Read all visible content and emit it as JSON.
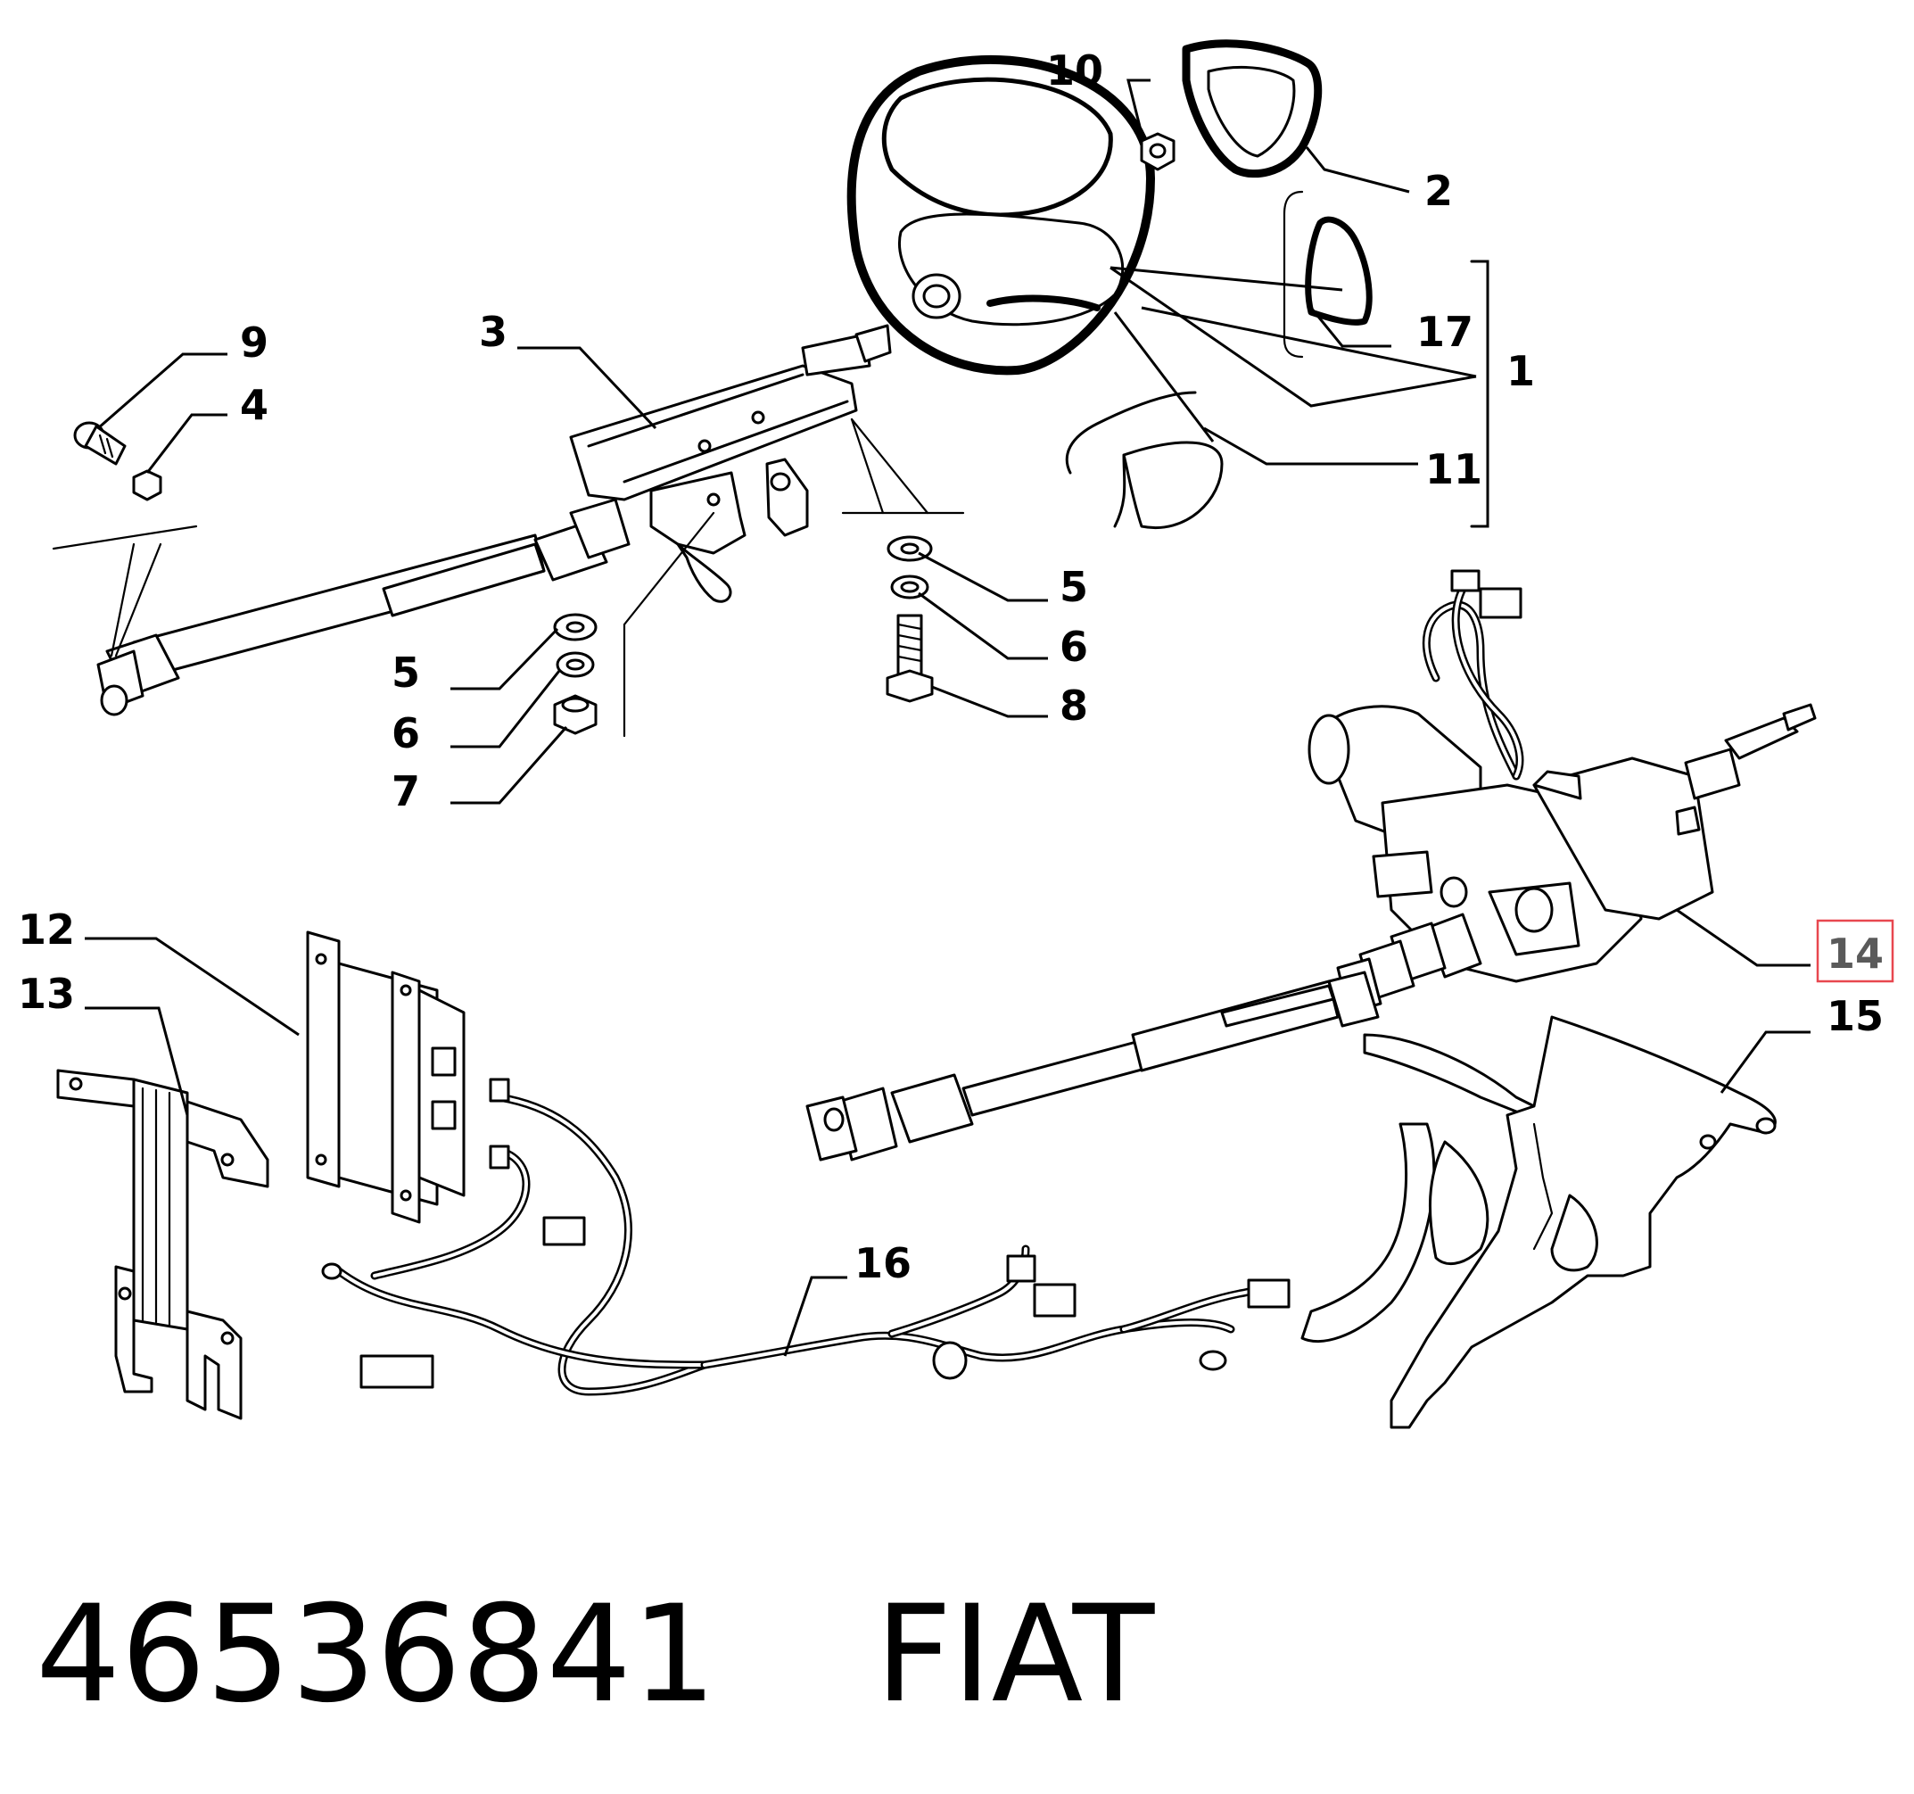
{
  "callouts": [
    "1",
    "2",
    "3",
    "4",
    "5",
    "6",
    "7",
    "8",
    "9",
    "10",
    "11",
    "12",
    "13",
    "14",
    "15",
    "16",
    "17"
  ],
  "highlighted_callout": "14",
  "footer": {
    "part_number": "46536841",
    "brand": "FIAT"
  },
  "colors": {
    "line": "#000000",
    "background": "#ffffff",
    "highlight_border": "#e8474f",
    "highlight_text": "#5a5a5a"
  }
}
